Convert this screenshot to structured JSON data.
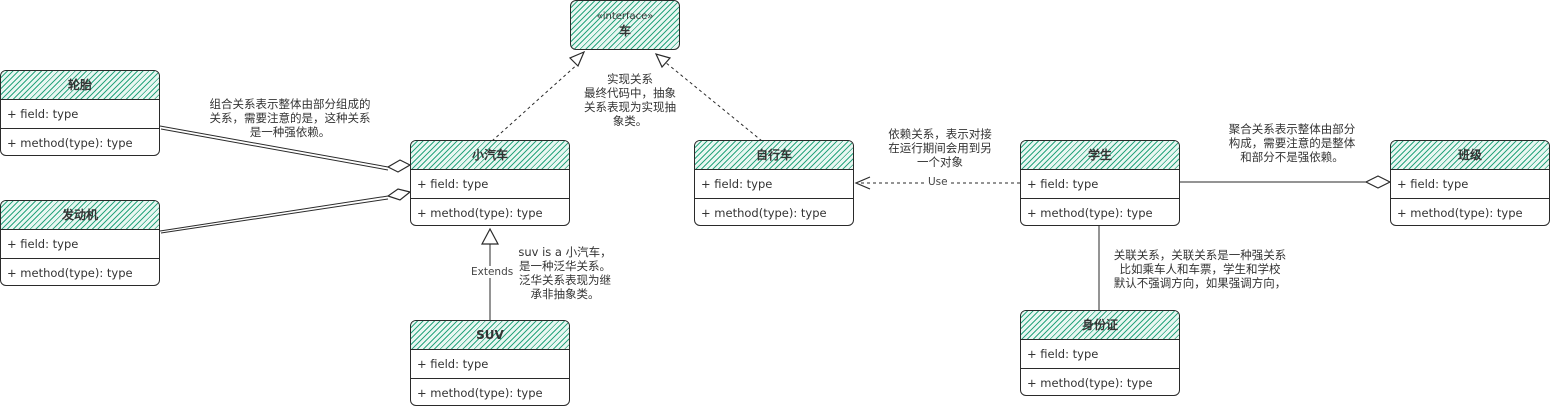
{
  "interface": {
    "stereotype": "«interface»",
    "name": "车"
  },
  "classes": {
    "tire": {
      "name": "轮胎",
      "field": "+ field: type",
      "method": "+ method(type): type"
    },
    "engine": {
      "name": "发动机",
      "field": "+ field: type",
      "method": "+ method(type): type"
    },
    "car": {
      "name": "小汽车",
      "field": "+ field: type",
      "method": "+ method(type): type"
    },
    "suv": {
      "name": "SUV",
      "field": "+ field: type",
      "method": "+ method(type): type"
    },
    "bike": {
      "name": "自行车",
      "field": "+ field: type",
      "method": "+ method(type): type"
    },
    "student": {
      "name": "学生",
      "field": "+ field: type",
      "method": "+ method(type): type"
    },
    "idcard": {
      "name": "身份证",
      "field": "+ field: type",
      "method": "+ method(type): type"
    },
    "klass": {
      "name": "班级",
      "field": "+ field: type",
      "method": "+ method(type): type"
    }
  },
  "notes": {
    "composition": "组合关系表示整体由部分组成的\n关系，需要注意的是，这种关系\n是一种强依赖。",
    "realization": "实现关系\n最终代码中，抽象\n关系表现为实现抽\n象类。",
    "generalization": "suv is a 小汽车，\n是一种泛华关系。\n泛华关系表现为继\n承非抽象类。",
    "dependency": "依赖关系，表示对接\n在运行期间会用到另\n一个对象",
    "aggregation": "聚合关系表示整体由部分\n构成，需要注意的是整体\n和部分不是强依赖。",
    "association": "关联关系，关联关系是一种强关系\n比如乘车人和车票，学生和学校\n默认不强调方向，如果强调方向，"
  },
  "edge_labels": {
    "extends": "Extends",
    "use": "Use"
  },
  "colors": {
    "accent": "#2ba57f",
    "stroke": "#2a2a2a"
  }
}
